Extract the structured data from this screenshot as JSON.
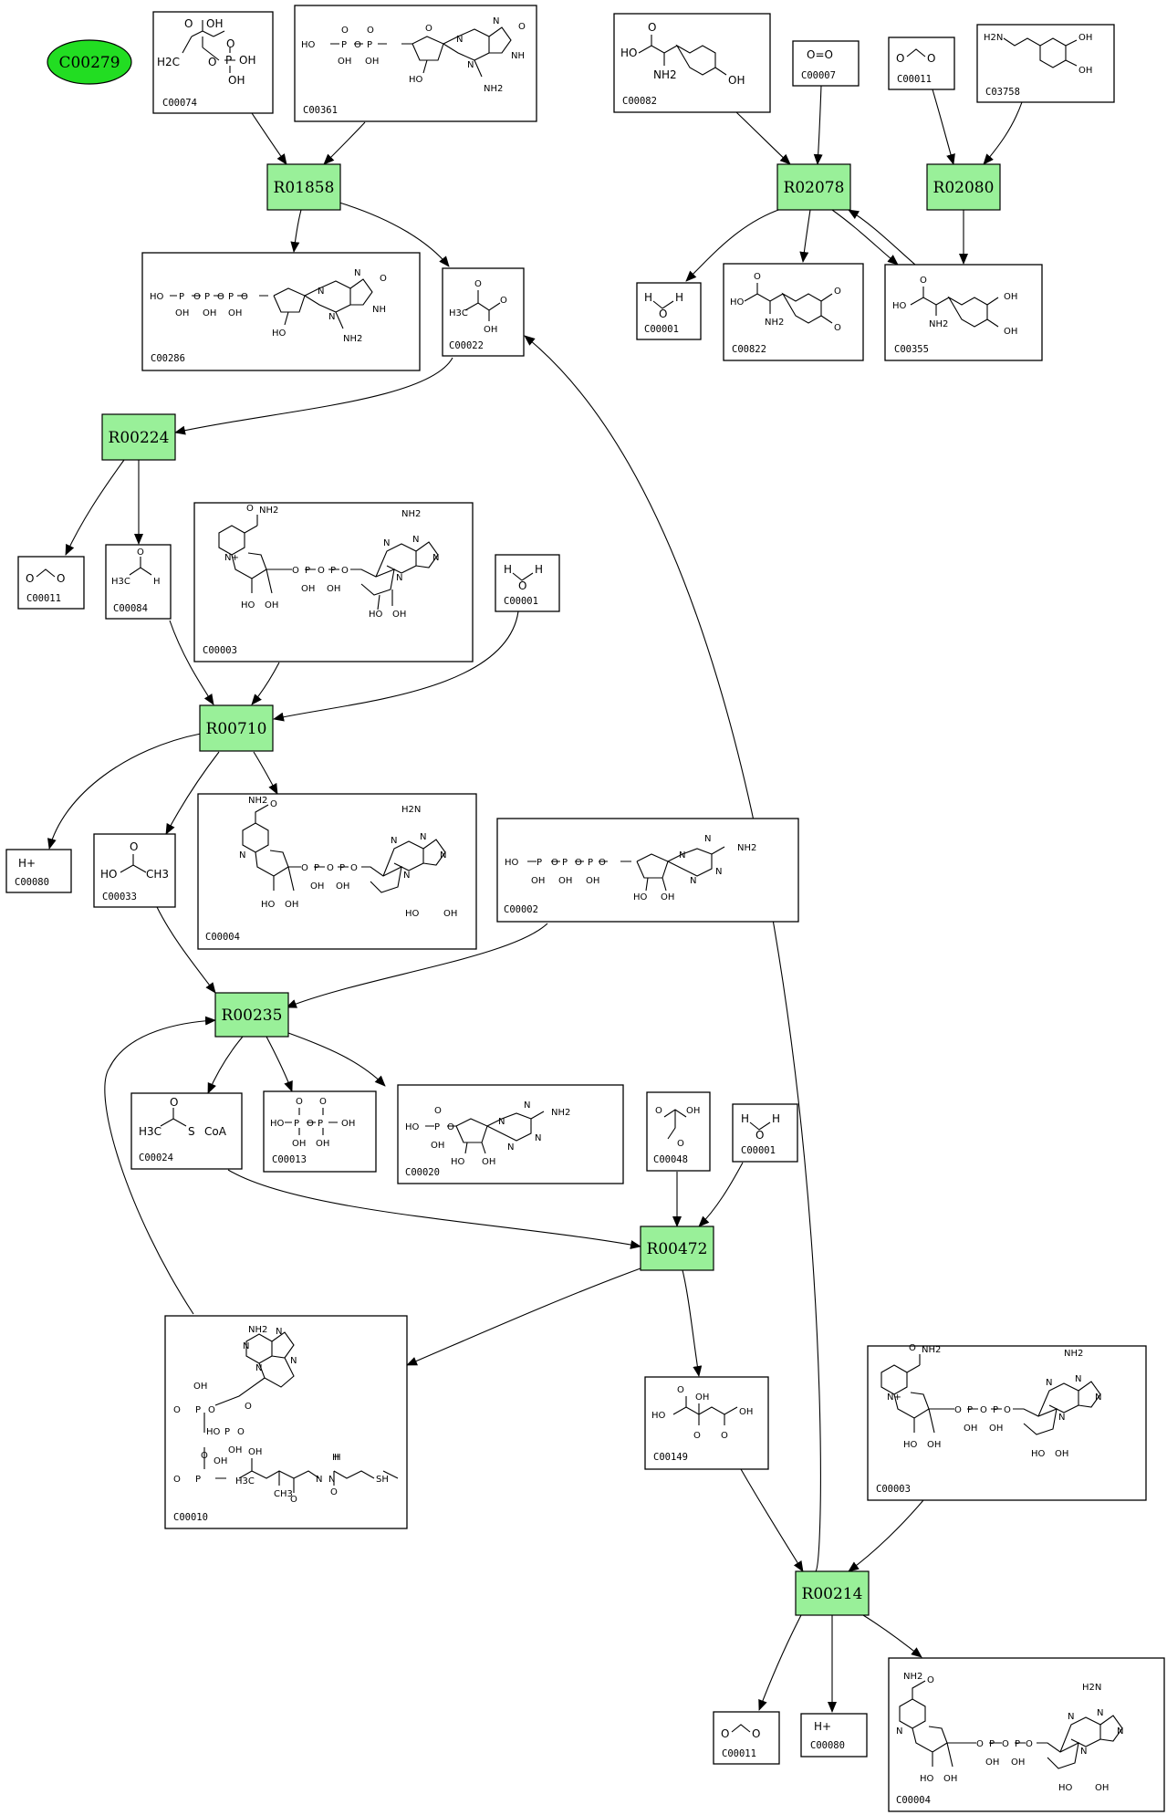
{
  "root": {
    "label": "C00279",
    "color": "#22dd22"
  },
  "reactions": [
    {
      "id": "R01858"
    },
    {
      "id": "R02078"
    },
    {
      "id": "R02080"
    },
    {
      "id": "R00224"
    },
    {
      "id": "R00710"
    },
    {
      "id": "R00235"
    },
    {
      "id": "R00472"
    },
    {
      "id": "R00214"
    }
  ],
  "compounds": [
    {
      "id": "C00074",
      "atoms": [
        "OH",
        "O",
        "OH",
        "H2C",
        "O",
        "P",
        "OH",
        "O"
      ]
    },
    {
      "id": "C00361",
      "atoms": [
        "HO",
        "P",
        "O",
        "OH",
        "O",
        "P",
        "O",
        "OH",
        "O",
        "HO",
        "N",
        "N",
        "N",
        "NH",
        "O",
        "NH2"
      ]
    },
    {
      "id": "C00082",
      "atoms": [
        "HO",
        "O",
        "NH2",
        "OH"
      ]
    },
    {
      "id": "C00007",
      "atoms": [
        "O=O"
      ]
    },
    {
      "id": "C00011",
      "atoms": [
        "O",
        "O"
      ]
    },
    {
      "id": "C03758",
      "atoms": [
        "H2N",
        "OH",
        "OH"
      ]
    },
    {
      "id": "C00286",
      "atoms": [
        "HO",
        "P",
        "O",
        "P",
        "O",
        "P",
        "O",
        "OH",
        "OH",
        "OH",
        "HO",
        "N",
        "N",
        "N",
        "NH",
        "O",
        "NH2"
      ]
    },
    {
      "id": "C00022",
      "atoms": [
        "O",
        "H3C",
        "O",
        "OH"
      ]
    },
    {
      "id": "C00001",
      "atoms": [
        "H",
        "O",
        "H"
      ]
    },
    {
      "id": "C00822",
      "atoms": [
        "HO",
        "O",
        "NH2",
        "O",
        "O"
      ]
    },
    {
      "id": "C00355",
      "atoms": [
        "HO",
        "O",
        "NH2",
        "OH",
        "OH"
      ]
    },
    {
      "id": "C00011",
      "atoms": [
        "O",
        "O"
      ]
    },
    {
      "id": "C00084",
      "atoms": [
        "H3C",
        "O",
        "H"
      ]
    },
    {
      "id": "C00003",
      "atoms": [
        "NH2",
        "O",
        "N+",
        "NH2",
        "N",
        "N",
        "N",
        "N",
        "O",
        "P",
        "O",
        "P",
        "O",
        "OH",
        "OH",
        "HO",
        "OH",
        "HO",
        "OH"
      ]
    },
    {
      "id": "C00001",
      "atoms": [
        "H",
        "O",
        "H"
      ]
    },
    {
      "id": "C00080",
      "atoms": [
        "H+"
      ]
    },
    {
      "id": "C00033",
      "atoms": [
        "HO",
        "O",
        "CH3"
      ]
    },
    {
      "id": "C00004",
      "atoms": [
        "NH2",
        "O",
        "N",
        "H2N",
        "N",
        "N",
        "N",
        "N",
        "O",
        "P",
        "O",
        "P",
        "O",
        "OH",
        "OH",
        "HO",
        "OH",
        "HO",
        "OH"
      ]
    },
    {
      "id": "C00002",
      "atoms": [
        "HO",
        "P",
        "O",
        "P",
        "O",
        "P",
        "O",
        "OH",
        "OH",
        "OH",
        "N",
        "N",
        "N",
        "N",
        "NH2",
        "HO",
        "OH"
      ]
    },
    {
      "id": "C00024",
      "atoms": [
        "H3C",
        "O",
        "S",
        "CoA"
      ]
    },
    {
      "id": "C00013",
      "atoms": [
        "O",
        "O",
        "HO",
        "P",
        "O",
        "P",
        "OH",
        "OH",
        "OH"
      ]
    },
    {
      "id": "C00020",
      "atoms": [
        "HO",
        "P",
        "O",
        "OH",
        "O",
        "N",
        "N",
        "N",
        "N",
        "NH2",
        "HO",
        "OH"
      ]
    },
    {
      "id": "C00048",
      "atoms": [
        "O",
        "OH",
        "O"
      ]
    },
    {
      "id": "C00001",
      "atoms": [
        "H",
        "O",
        "H"
      ]
    },
    {
      "id": "C00010",
      "atoms": [
        "NH2",
        "N",
        "N",
        "N",
        "N",
        "O",
        "OH",
        "O",
        "P",
        "O",
        "HO",
        "P",
        "O",
        "OH",
        "O",
        "P",
        "O",
        "OH",
        "H3C",
        "OH",
        "H",
        "N",
        "H",
        "N",
        "SH",
        "CH3",
        "O",
        "O"
      ]
    },
    {
      "id": "C00149",
      "atoms": [
        "HO",
        "O",
        "OH",
        "O",
        "OH",
        "O"
      ]
    },
    {
      "id": "C00003",
      "atoms": [
        "NH2",
        "O",
        "N+",
        "NH2",
        "N",
        "N",
        "N",
        "N",
        "O",
        "P",
        "O",
        "P",
        "O",
        "OH",
        "OH",
        "HO",
        "OH",
        "HO",
        "OH"
      ]
    },
    {
      "id": "C00011",
      "atoms": [
        "O",
        "O"
      ]
    },
    {
      "id": "C00080",
      "atoms": [
        "H+"
      ]
    },
    {
      "id": "C00004",
      "atoms": [
        "NH2",
        "O",
        "N",
        "H2N",
        "N",
        "N",
        "N",
        "N",
        "O",
        "P",
        "O",
        "P",
        "O",
        "OH",
        "OH",
        "HO",
        "OH",
        "HO",
        "OH"
      ]
    }
  ]
}
